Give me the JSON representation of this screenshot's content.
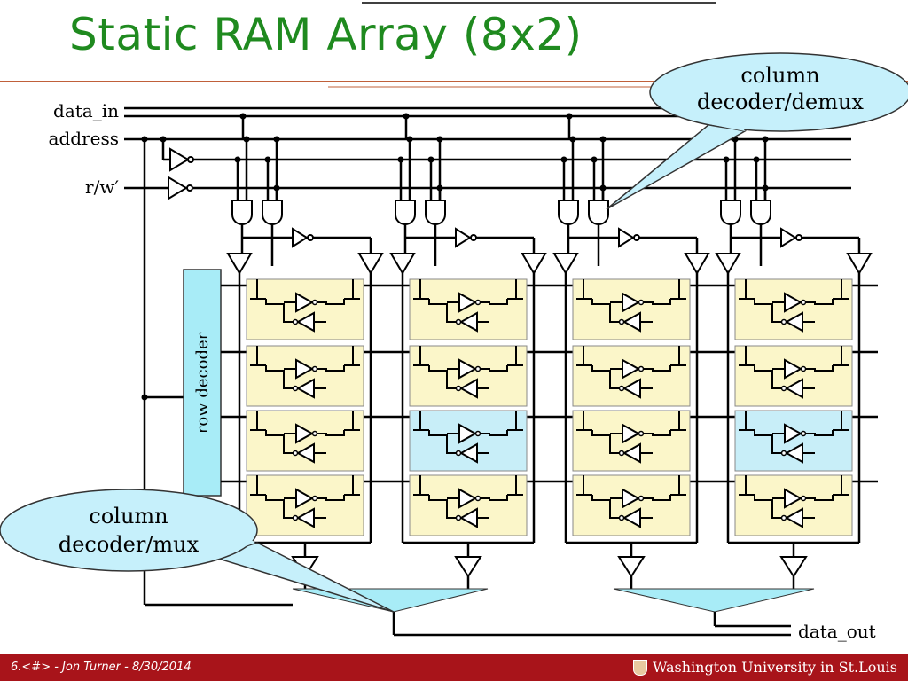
{
  "slide": {
    "title": "Static RAM Array (8x2)",
    "footer_left": "6.<#> - Jon Turner - 8/30/2014",
    "footer_right": "Washington University in St.Louis",
    "footer_color": "#a8141a",
    "title_color": "#1f8a1f"
  },
  "labels": {
    "data_in": "data_in",
    "address": "address",
    "rw": "r/w′",
    "data_out": "data_out",
    "row_decoder": "row decoder"
  },
  "callouts": {
    "demux_line1": "column",
    "demux_line2": "decoder/demux",
    "mux_line1": "column",
    "mux_line2": "decoder/mux"
  },
  "colors": {
    "cell": "#fbf6c9",
    "selected_cell": "#c8eef8",
    "decoder": "#a8ecf7",
    "callout": "#c6f0fb"
  }
}
